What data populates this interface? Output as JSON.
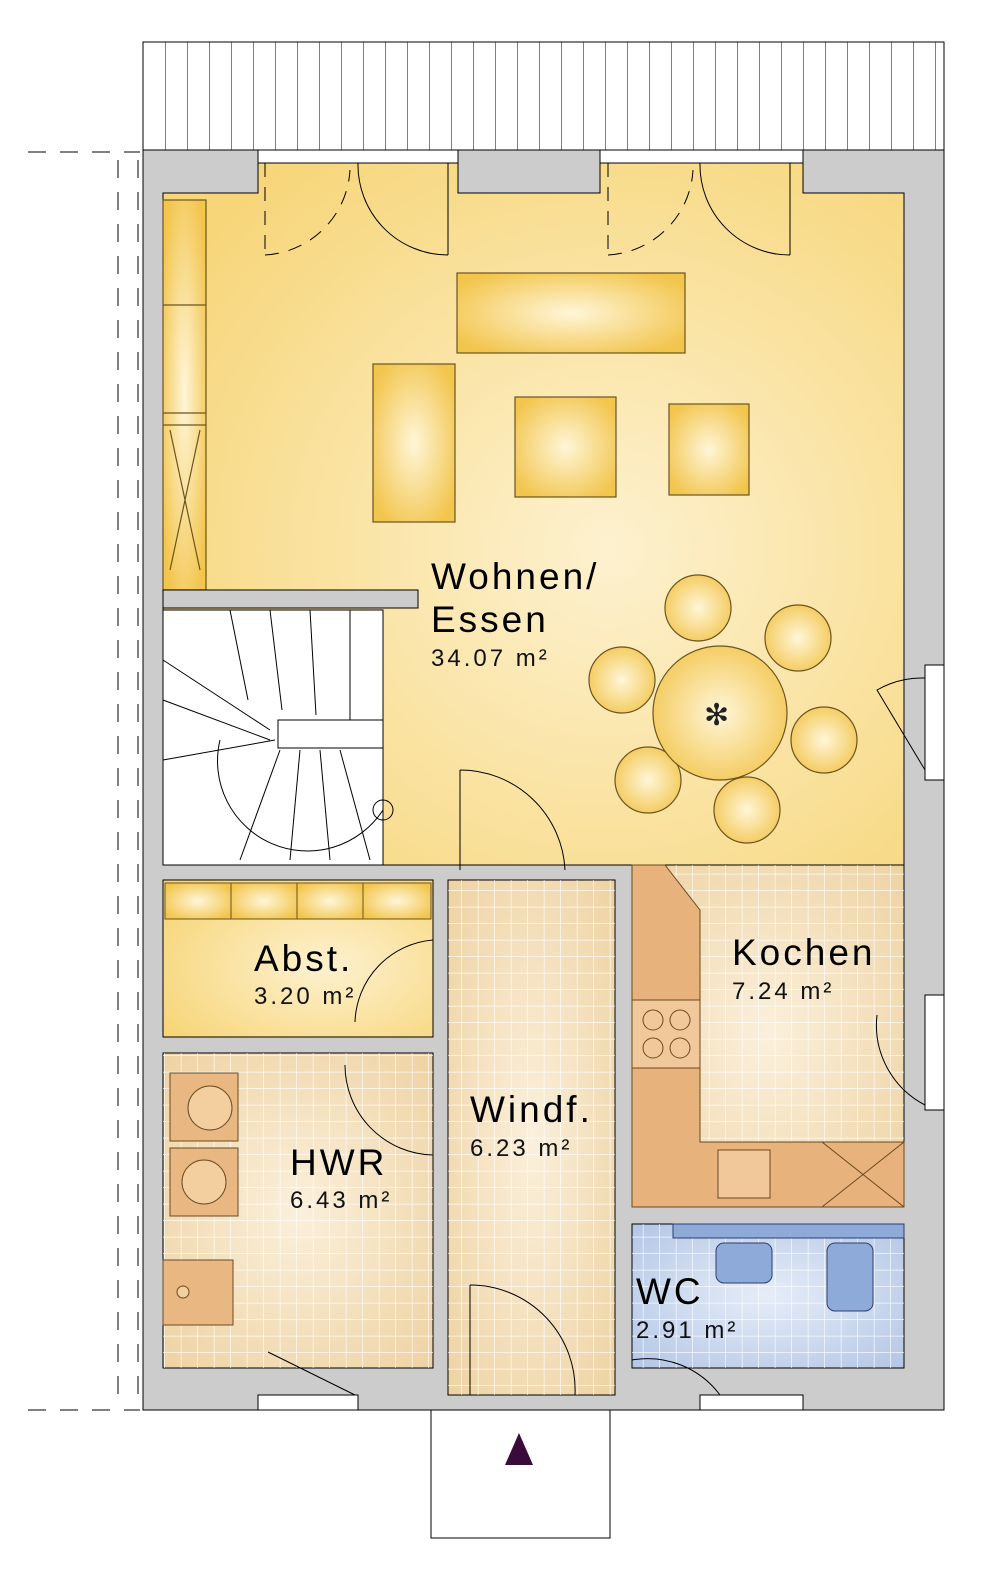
{
  "plan": {
    "rooms": [
      {
        "name": "Wohnen/",
        "name2": "Essen",
        "area": "34.07 m²"
      },
      {
        "name": "Abst.",
        "area": "3.20 m²"
      },
      {
        "name": "HWR",
        "area": "6.43 m²"
      },
      {
        "name": "Windf.",
        "area": "6.23 m²"
      },
      {
        "name": "Kochen",
        "area": "7.24 m²"
      },
      {
        "name": "WC",
        "area": "2.91 m²"
      }
    ],
    "colors": {
      "wall": "#cccccc",
      "living": "#f7d67a",
      "living_light": "#fdf1cf",
      "tile": "#f1d9ae",
      "wc": "#bccde9",
      "furniture": "#f3c54f",
      "kitchen": "#e7b27c",
      "entry_arrow": "#3a0a3a"
    }
  }
}
